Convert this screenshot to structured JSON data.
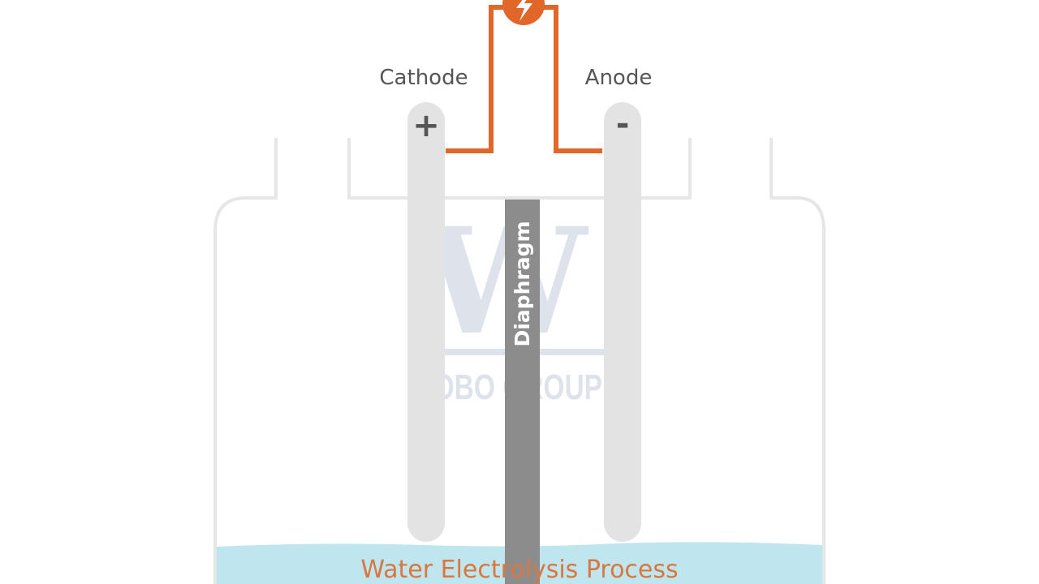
{
  "diagram": {
    "cathode_label": "Cathode",
    "anode_label": "Anode",
    "cathode_sign": "+",
    "anode_sign": "-",
    "diaphragm_label": "Diaphragm",
    "caption": "Water Electrolysis Process",
    "power_icon": "lightning-bolt-icon",
    "watermark": {
      "letter": "W",
      "text": "WOBO GROUP"
    },
    "colors": {
      "wire": "#e0662a",
      "electrode": "#e3e3e3",
      "diaphragm": "#8c8c8c",
      "water": "#bfe5ee",
      "container": "#e6e6e6",
      "caption": "#d9773e"
    }
  }
}
